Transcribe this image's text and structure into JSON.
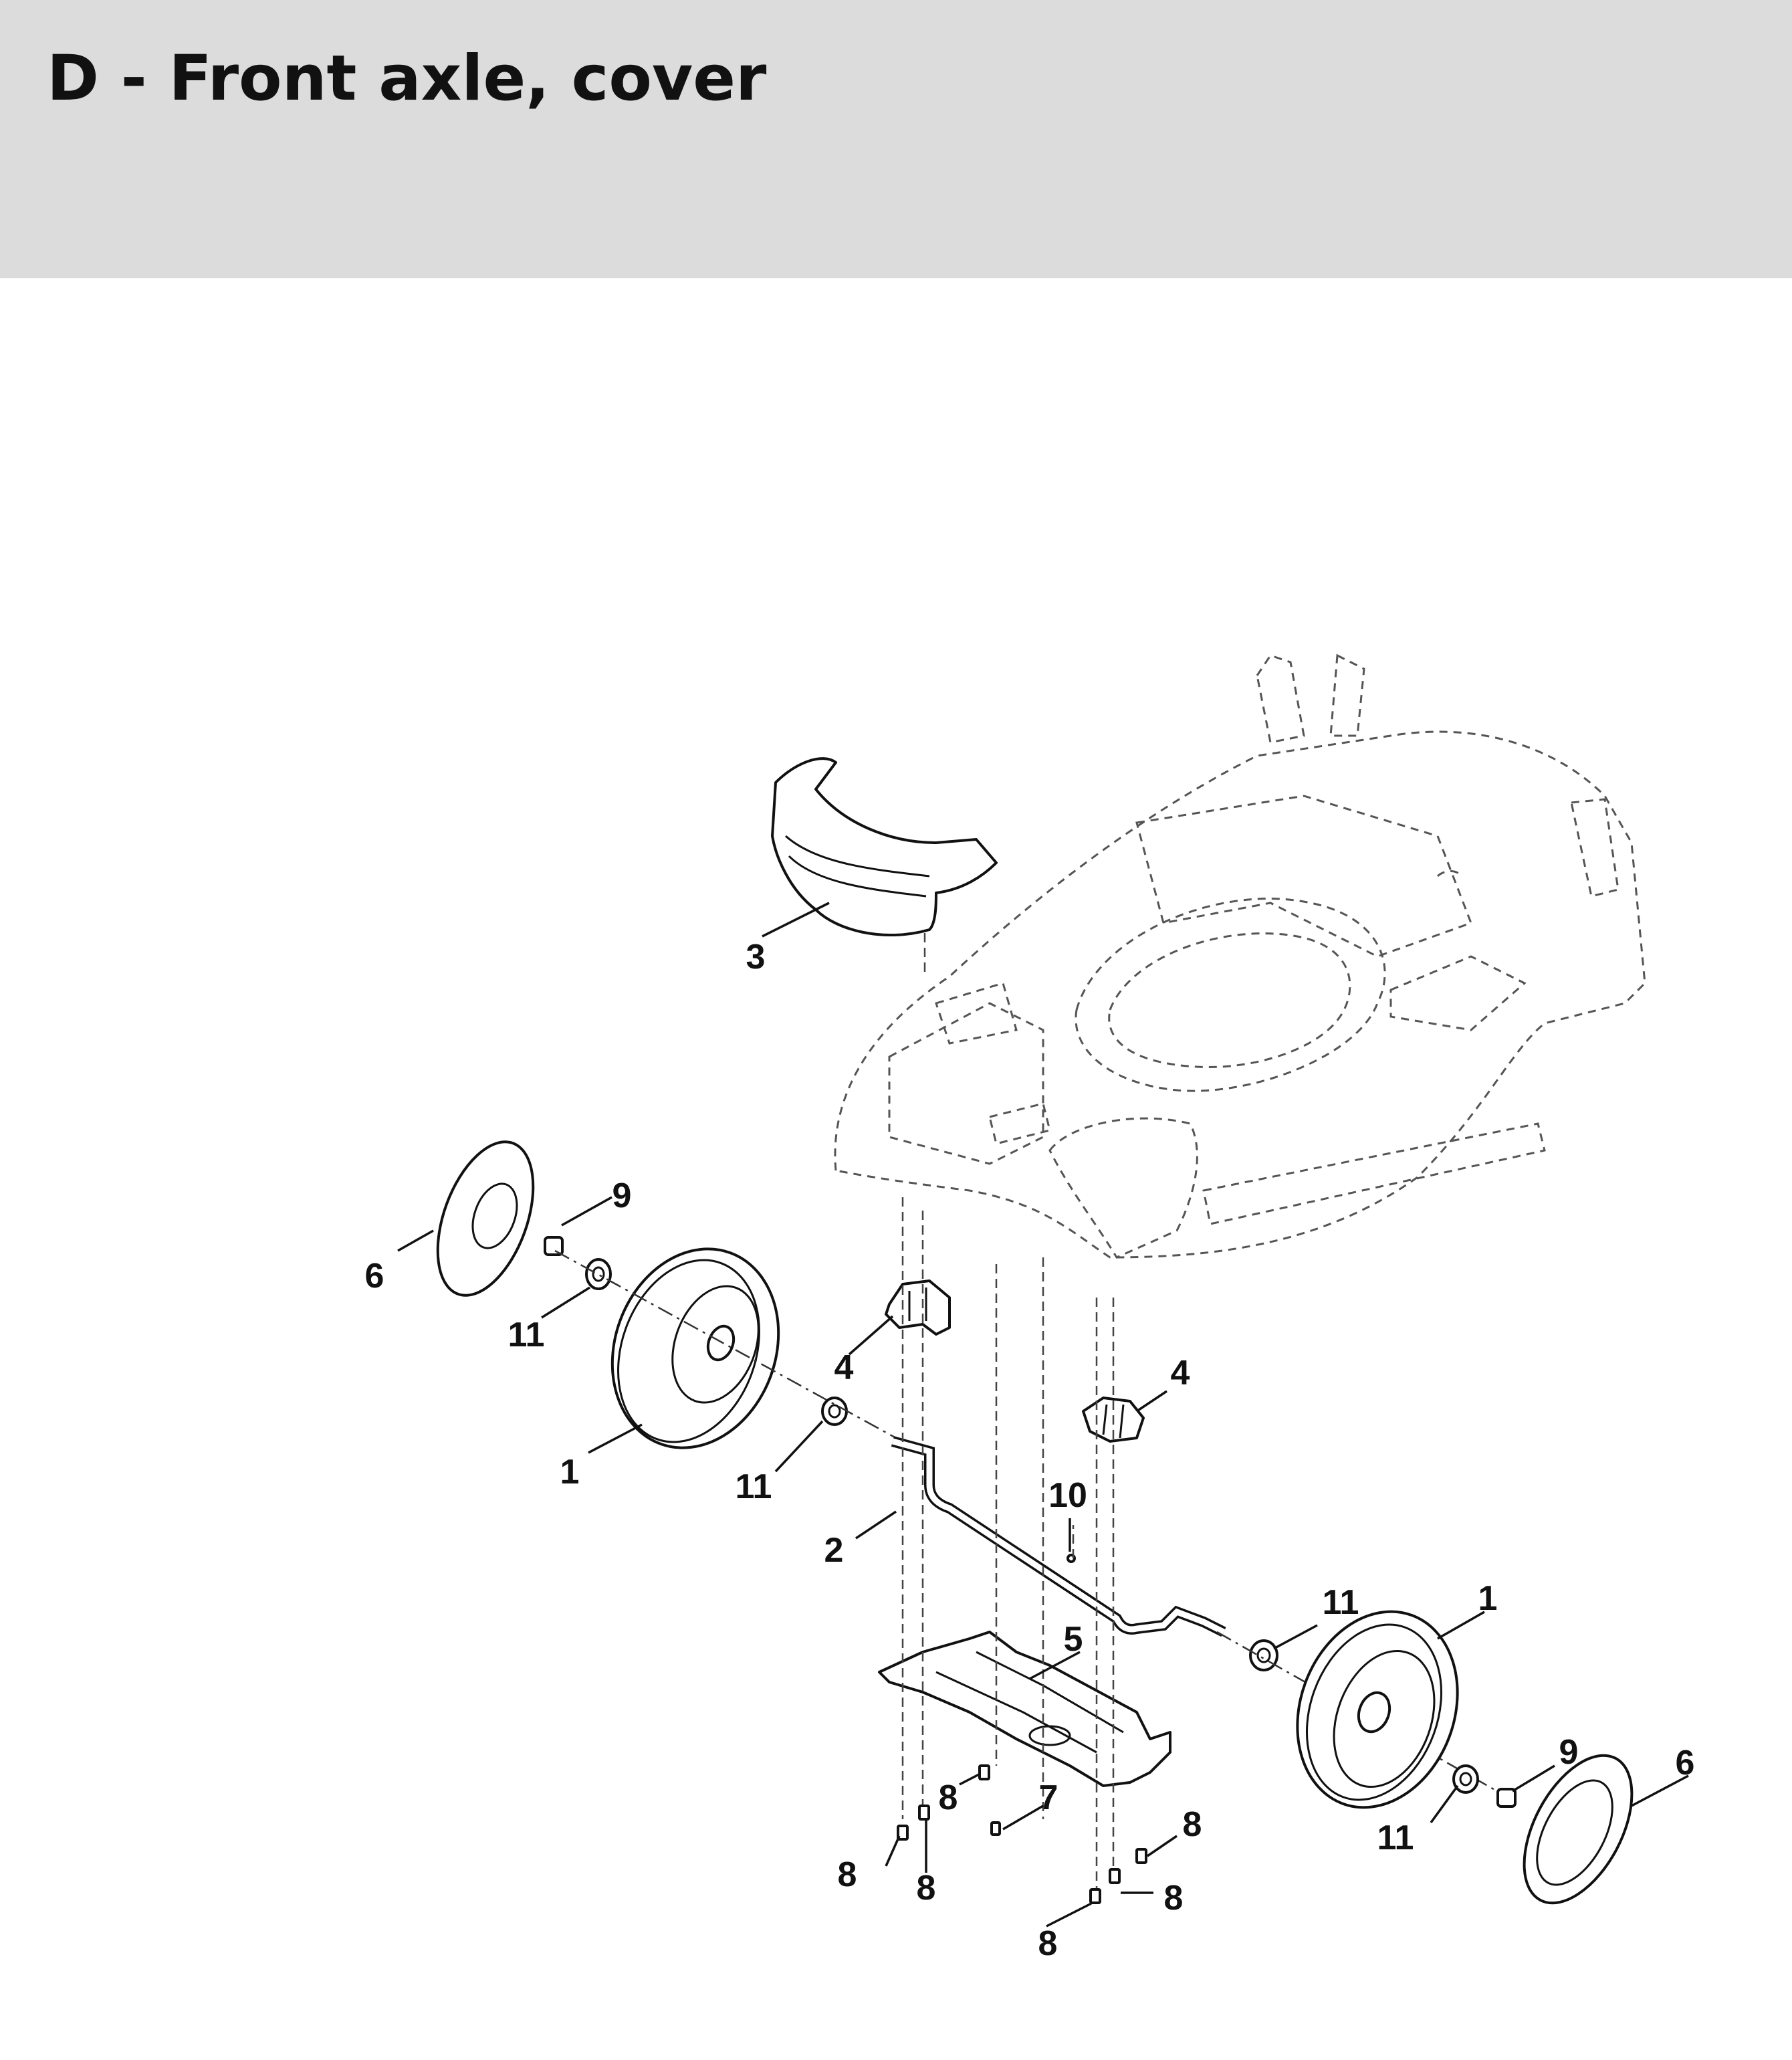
{
  "header": {
    "title": "D - Front axle, cover",
    "background": "#dbdcdb"
  },
  "diagram": {
    "callouts": [
      {
        "id": "c3",
        "label": "3"
      },
      {
        "id": "c6a",
        "label": "6"
      },
      {
        "id": "c9a",
        "label": "9"
      },
      {
        "id": "c11a",
        "label": "11"
      },
      {
        "id": "c1a",
        "label": "1"
      },
      {
        "id": "c4a",
        "label": "4"
      },
      {
        "id": "c11b",
        "label": "11"
      },
      {
        "id": "c4b",
        "label": "4"
      },
      {
        "id": "c10",
        "label": "10"
      },
      {
        "id": "c2",
        "label": "2"
      },
      {
        "id": "c11c",
        "label": "11"
      },
      {
        "id": "c1b",
        "label": "1"
      },
      {
        "id": "c5",
        "label": "5"
      },
      {
        "id": "c9b",
        "label": "9"
      },
      {
        "id": "c6b",
        "label": "6"
      },
      {
        "id": "c8a",
        "label": "8"
      },
      {
        "id": "c7",
        "label": "7"
      },
      {
        "id": "c11d",
        "label": "11"
      },
      {
        "id": "c8b",
        "label": "8"
      },
      {
        "id": "c8c",
        "label": "8"
      },
      {
        "id": "c8d",
        "label": "8"
      },
      {
        "id": "c8e",
        "label": "8"
      },
      {
        "id": "c8f",
        "label": "8"
      }
    ]
  }
}
